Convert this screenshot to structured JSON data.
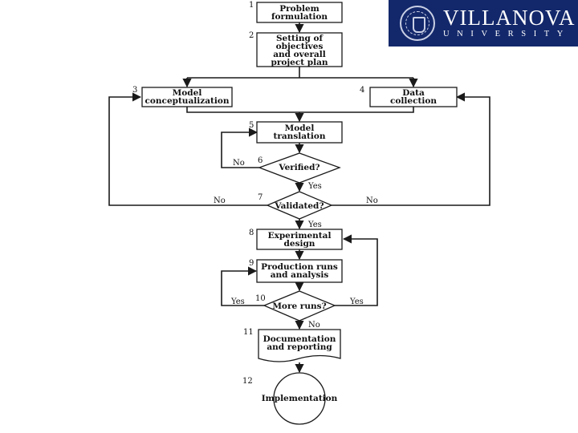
{
  "logo": {
    "name": "VILLANOVA",
    "sub": "UNIVERSITY",
    "seal_icon": "university-seal-icon"
  },
  "colors": {
    "logo_bg": "#13286b",
    "ink": "#1a1a1a"
  },
  "steps": [
    {
      "num": "1",
      "lines": [
        "Problem",
        "formulation"
      ]
    },
    {
      "num": "2",
      "lines": [
        "Setting of",
        "objectives",
        "and overall",
        "project plan"
      ]
    },
    {
      "num": "3",
      "lines": [
        "Model",
        "conceptualization"
      ]
    },
    {
      "num": "4",
      "lines": [
        "Data",
        "collection"
      ]
    },
    {
      "num": "5",
      "lines": [
        "Model",
        "translation"
      ]
    },
    {
      "num": "6",
      "lines": [
        "Verified?"
      ]
    },
    {
      "num": "7",
      "lines": [
        "Validated?"
      ]
    },
    {
      "num": "8",
      "lines": [
        "Experimental",
        "design"
      ]
    },
    {
      "num": "9",
      "lines": [
        "Production runs",
        "and analysis"
      ]
    },
    {
      "num": "10",
      "lines": [
        "More runs?"
      ]
    },
    {
      "num": "11",
      "lines": [
        "Documentation",
        "and reporting"
      ]
    },
    {
      "num": "12",
      "lines": [
        "Implementation"
      ]
    }
  ],
  "edge_labels": {
    "verified_no": "No",
    "verified_yes": "Yes",
    "validated_no_left": "No",
    "validated_no_right": "No",
    "validated_yes": "Yes",
    "more_runs_yes_left": "Yes",
    "more_runs_yes_right": "Yes",
    "more_runs_no": "No"
  }
}
